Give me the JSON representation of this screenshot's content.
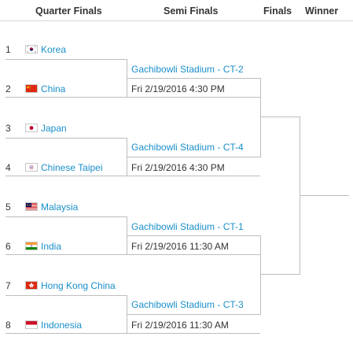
{
  "headers": {
    "quarter_finals": "Quarter Finals",
    "semi_finals": "Semi Finals",
    "finals": "Finals",
    "winner": "Winner"
  },
  "teams": [
    {
      "seed": "1",
      "name": "Korea",
      "flag": "south-korea-flag-icon"
    },
    {
      "seed": "2",
      "name": "China",
      "flag": "china-flag-icon"
    },
    {
      "seed": "3",
      "name": "Japan",
      "flag": "japan-flag-icon"
    },
    {
      "seed": "4",
      "name": "Chinese Taipei",
      "flag": "chinese-taipei-flag-icon"
    },
    {
      "seed": "5",
      "name": "Malaysia",
      "flag": "malaysia-flag-icon"
    },
    {
      "seed": "6",
      "name": "India",
      "flag": "india-flag-icon"
    },
    {
      "seed": "7",
      "name": "Hong Kong China",
      "flag": "hong-kong-flag-icon"
    },
    {
      "seed": "8",
      "name": "Indonesia",
      "flag": "indonesia-flag-icon"
    }
  ],
  "matches": [
    {
      "venue": "Gachibowli Stadium - CT-2",
      "datetime": "Fri 2/19/2016 4:30 PM"
    },
    {
      "venue": "Gachibowli Stadium - CT-4",
      "datetime": "Fri 2/19/2016 4:30 PM"
    },
    {
      "venue": "Gachibowli Stadium - CT-1",
      "datetime": "Fri 2/19/2016 11:30 AM"
    },
    {
      "venue": "Gachibowli Stadium - CT-3",
      "datetime": "Fri 2/19/2016 11:30 AM"
    }
  ],
  "colors": {
    "link": "#1a8fc9",
    "text": "#333333",
    "bracket_line": "#bdbdbd"
  }
}
